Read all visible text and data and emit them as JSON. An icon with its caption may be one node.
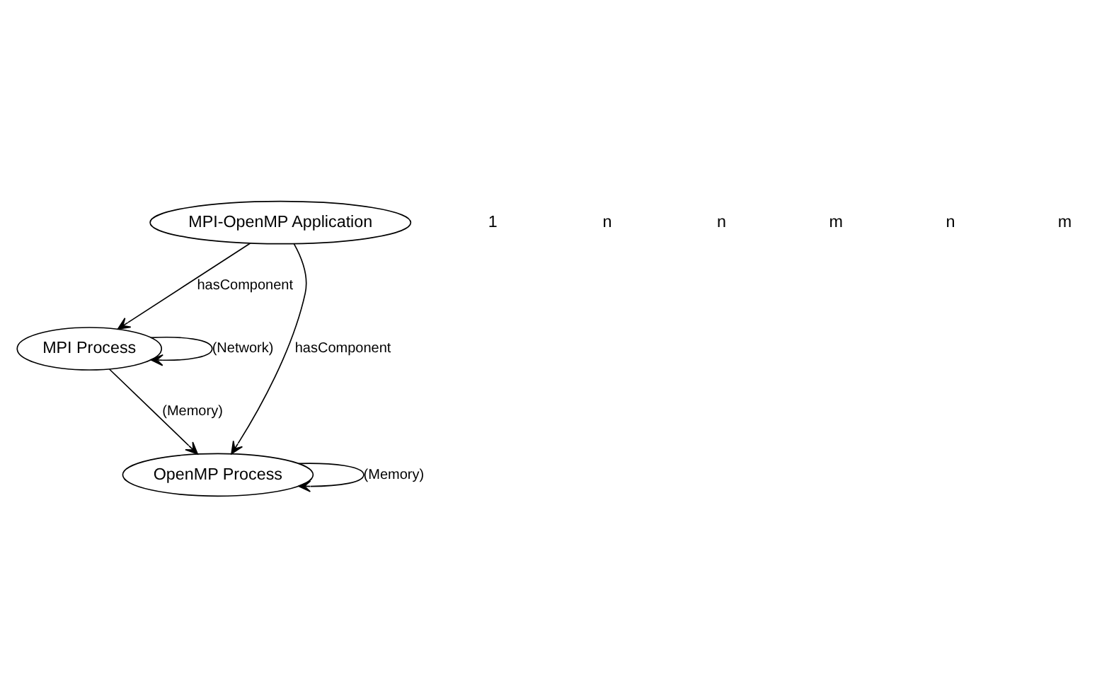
{
  "diagram": {
    "nodes": [
      {
        "text": [
          "MPI-OpenMP Application"
        ]
      },
      {
        "text": [
          "MPI Process"
        ]
      },
      {
        "text": [
          "OpenMP Process"
        ]
      }
    ],
    "edges": [
      {
        "from": 0,
        "to": 1,
        "arrow": "to",
        "label": "hasComponent"
      },
      {
        "from": 0,
        "to": 2,
        "arrow": "to",
        "label": "hasComponent"
      },
      {
        "from": 1,
        "to": 2,
        "arrow": "to",
        "label": "(Memory)"
      },
      {
        "from": 1,
        "to": 1,
        "arrow": "to",
        "label": "(Network)"
      },
      {
        "from": 2,
        "to": 2,
        "arrow": "to",
        "label": "(Memory)"
      }
    ],
    "labels": [
      "1",
      "n",
      "n",
      "m",
      "n",
      "m"
    ]
  }
}
